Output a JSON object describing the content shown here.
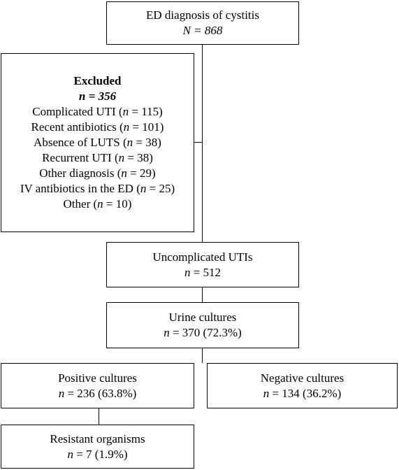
{
  "diagnosis": {
    "title": "ED diagnosis of cystitis",
    "n": "N = 868"
  },
  "excluded": {
    "title": "Excluded",
    "n": "n = 356",
    "items": [
      {
        "label": "Complicated UTI",
        "count": "115"
      },
      {
        "label": "Recent antibiotics",
        "count": "101"
      },
      {
        "label": "Absence of LUTS",
        "count": "38"
      },
      {
        "label": "Recurrent UTI",
        "count": "38"
      },
      {
        "label": "Other diagnosis",
        "count": "29"
      },
      {
        "label": "IV antibiotics in the ED",
        "count": "25"
      },
      {
        "label": "Other",
        "count": "10"
      }
    ]
  },
  "uncomplicated": {
    "title": "Uncomplicated UTIs",
    "n": "n = 512"
  },
  "urine": {
    "title": "Urine cultures",
    "n": "n = 370 (72.3%)"
  },
  "positive": {
    "title": "Positive cultures",
    "n": "n = 236 (63.8%)"
  },
  "negative": {
    "title": "Negative cultures",
    "n": "n = 134 (36.2%)"
  },
  "resistant": {
    "title": "Resistant organisms",
    "n": "n = 7 (1.9%)"
  }
}
